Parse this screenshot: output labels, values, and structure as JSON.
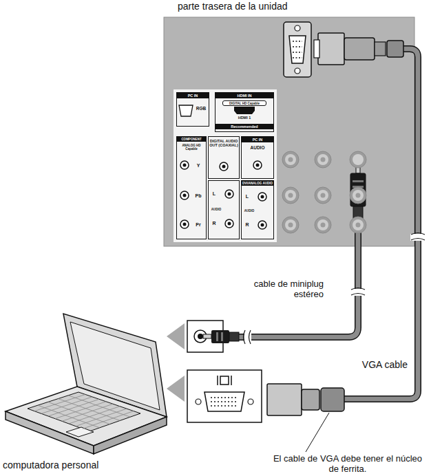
{
  "diagram": {
    "nodes": [
      {
        "text": [
          "parte trasera de la unidad"
        ]
      },
      {
        "text": [
          "PC IN",
          "RGB"
        ],
        "in": 0
      },
      {
        "text": [
          "HDMI IN",
          "DIGITAL HD Capable",
          "HDMI 1",
          "Recommended"
        ],
        "in": 0
      },
      {
        "text": [
          "COMPONENT",
          "ANALOG HD Capable",
          "Y",
          "Pb",
          "Pr"
        ],
        "in": 0
      },
      {
        "text": [
          "DIGITAL AUDIO OUT (COAXIAL)"
        ],
        "in": 0
      },
      {
        "text": [
          "PC IN",
          "AUDIO"
        ],
        "in": 0
      },
      {
        "text": [
          "L",
          "AUDIO",
          "R"
        ],
        "in": 0
      },
      {
        "text": [
          "DVI/ANALOG AUDIO",
          "L",
          "AUDIO",
          "R"
        ],
        "in": 0
      }
    ],
    "labels": [
      "cable de miniplug estéreo",
      "VGA cable",
      "computadora personal",
      "El cable de VGA debe tener el núcleo de ferrita."
    ]
  }
}
